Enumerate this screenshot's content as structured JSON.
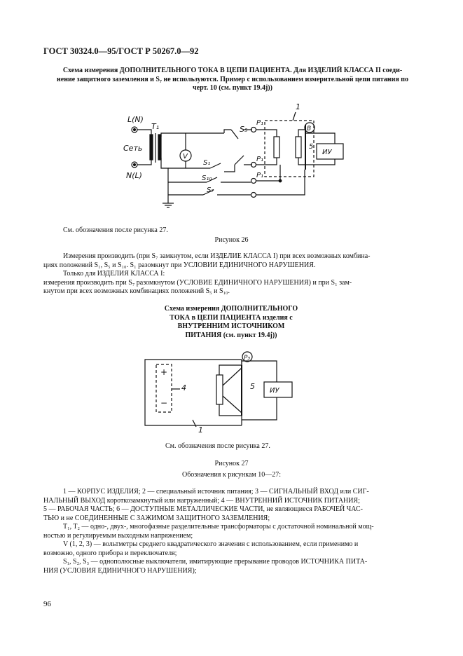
{
  "header": "ГОСТ 30324.0—95/ГОСТ Р 50267.0—92",
  "fig26": {
    "caption_lines": [
      "Схема измерения ДОПОЛНИТЕЛЬНОГО ТОКА В ЦЕПИ ПАЦИЕНТА. Для ИЗДЕЛИЙ КЛАССА II соеди-",
      "нение защитного заземления и S₇ не используются. Пример с использованием измерительной цепи питания по",
      "черт. 10 (см. пункт 19.4j))"
    ],
    "labels": {
      "ln": "L(N)",
      "nl": "N(L)",
      "net": "Сеть",
      "t1": "T₁",
      "v": "V",
      "s5": "S₅",
      "s1": "S₁",
      "s10": "S₁₀",
      "s7": "S₇",
      "p1": "P₁",
      "one": "1",
      "five": "5",
      "b": "B",
      "iu": "ИУ"
    },
    "note": "См. обозначения после рисунка 27.",
    "title": "Рисунок 26"
  },
  "para1": [
    "Измерения производить (при S₇ замкнутом, если ИЗДЕЛИЕ КЛАССА I) при всех возможных комбина-",
    "циях положений S₁, S₅ и S₁₀. S₁ разомкнут при УСЛОВИИ ЕДИНИЧНОГО НАРУШЕНИЯ."
  ],
  "para2": [
    "Только для ИЗДЕЛИЯ КЛАССА I:",
    "измерения производить при S₇ разомкнутом (УСЛОВИЕ ЕДИНИЧНОГО НАРУШЕНИЯ) и при S₁ зам-",
    "кнутом при всех возможных комбинациях положений S₅ и S₁₀."
  ],
  "fig27": {
    "caption_lines": [
      "Схема измерения ДОПОЛНИТЕЛЬНОГО",
      "ТОКА в ЦЕПИ ПАЦИЕНТА изделия с",
      "ВНУТРЕННИМ ИСТОЧНИКОМ",
      "ПИТАНИЯ (см. пункт 19.4j))"
    ],
    "labels": {
      "plus": "+",
      "minus": "−",
      "four": "4",
      "five": "5",
      "one": "1",
      "p3": "P₃",
      "iu": "ИУ"
    },
    "note": "См. обозначения после рисунка 27.",
    "title": "Рисунок 27"
  },
  "legend": {
    "title": "Обозначения к рисункам 10—27:",
    "lines": [
      "1 — КОРПУС ИЗДЕЛИЯ; 2 — специальный источник питания; 3 — СИГНАЛЬНЫЙ ВХОД или СИГ-",
      "НАЛЬНЫЙ ВЫХОД короткозамкнутый или нагруженный; 4 — ВНУТРЕННИЙ ИСТОЧНИК ПИТАНИЯ;",
      "5 — РАБОЧАЯ ЧАСТЬ; 6 — ДОСТУПНЫЕ МЕТАЛЛИЧЕСКИЕ ЧАСТИ, не являющиеся РАБОЧЕЙ ЧАС-",
      "ТЬЮ и не СОЕДИНЕННЫЕ С ЗАЖИМОМ ЗАЩИТНОГО ЗАЗЕМЛЕНИЯ;",
      "T₁, T₂ — одно-, двух-, многофазные разделительные трансформаторы с достаточной номинальной мощ-",
      "ностью и регулируемым выходным напряжением;",
      "V (1, 2, 3) — вольтметры среднего квадратического значения с использованием, если применимо и",
      "возможно, одного прибора и переключателя;",
      "S₁, S₂, S₃ — однополюсные выключатели, имитирующие прерывание проводов ИСТОЧНИКА ПИТА-",
      "НИЯ (УСЛОВИЯ ЕДИНИЧНОГО НАРУШЕНИЯ);"
    ]
  },
  "page_number": "96"
}
